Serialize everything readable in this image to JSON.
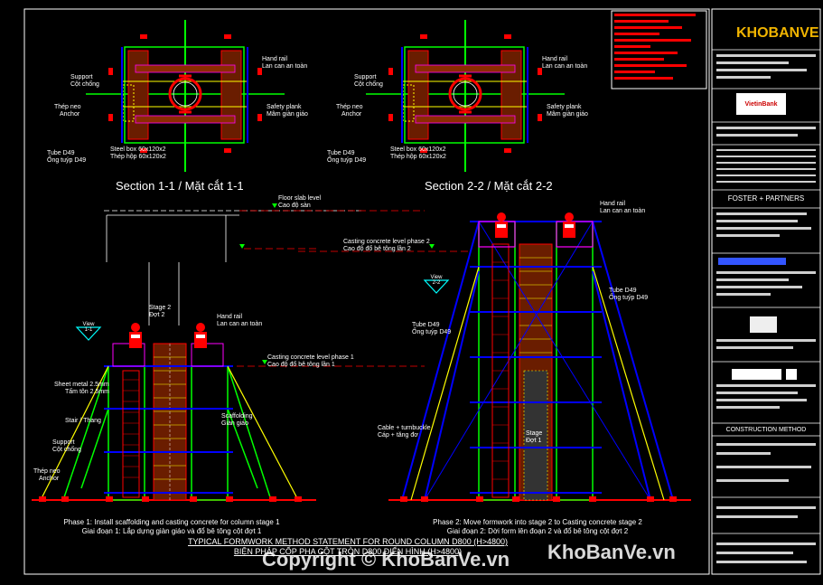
{
  "sections": {
    "s1_title": "Section 1-1 / Mặt cắt 1-1",
    "s2_title": "Section 2-2 / Mặt cắt 2-2"
  },
  "plan_labels": {
    "hand_rail": "Hand rail",
    "hand_rail_vn": "Lan can an toàn",
    "support": "Support",
    "support_vn": "Cột chống",
    "anchor": "Thép neo",
    "anchor_en": "Anchor",
    "safety_plank": "Safety plank",
    "safety_plank_vn": "Mâm giàn giáo",
    "tube": "Tube D49",
    "tube_vn": "Ống tuýp D49",
    "steel_box": "Steel box 60x120x2",
    "steel_box_vn": "Thép hộp 60x120x2"
  },
  "elev1": {
    "floor_slab": "Floor slab level",
    "floor_slab_vn": "Cao độ sàn",
    "stage2": "Stage 2",
    "stage2_vn": "Đợt 2",
    "hand_rail": "Hand rail",
    "hand_rail_vn": "Lan can an toàn",
    "casting_1": "Casting concrete level phase 1",
    "casting_1_vn": "Cao độ đổ bê tông lần 1",
    "sheet_metal": "Sheet metal 2.5mm",
    "sheet_metal_vn": "Tấm tôn 2.5mm",
    "stair": "Stair / Thang",
    "scaffolding": "Scaffolding",
    "scaffolding_vn": "Giàn giáo",
    "support": "Support",
    "support_vn": "Cột chống",
    "anchor": "Thép neo",
    "anchor_en": "Anchor",
    "view": "View",
    "view_no": "1-1",
    "caption_en": "Phase 1: Install scaffolding and casting concrete for column stage 1",
    "caption_vn": "Giai đoạn 1: Lắp dựng giàn giáo và đổ bê tông cột đợt 1"
  },
  "elev2": {
    "hand_rail": "Hand rail",
    "hand_rail_vn": "Lan can an toàn",
    "casting_2": "Casting concrete level phase 2",
    "casting_2_vn": "Cao độ đổ bê tông lần 2",
    "tube": "Tube D49",
    "tube_vn": "Ống tuýp D49",
    "cable": "Cable + turnbuckle",
    "cable_vn": "Cáp + tăng đơ",
    "stage": "Stage",
    "stage_vn": "Đợt 1",
    "view": "View",
    "view_no": "2-2",
    "caption_en": "Phase 2: Move formwork into stage 2 to Casting concrete stage 2",
    "caption_vn": "Giai đoạn 2: Dời form lên đoạn 2 và đổ bê tông cột đợt 2"
  },
  "drawing_title": {
    "en": "TYPICAL FORMWORK METHOD STATEMENT FOR ROUND COLUMN D800 (H>4800)",
    "vn": "BIỆN PHÁP CỐP PHA CỘT TRÒN D800 ĐIỂN HÌNH (H>4800)"
  },
  "title_block": {
    "brand": "KHOBANVE",
    "client": "VietinBank",
    "architect": "FOSTER + PARTNERS",
    "sheet_name": "CONSTRUCTION METHOD"
  },
  "watermark": {
    "copyright": "Copyright © KhoBanVe.vn",
    "site": "KhoBanVe.vn"
  },
  "colors": {
    "background": "#000000",
    "scaffold": "#00ff00",
    "steel": "#0000ff",
    "formwork": "#ff0000",
    "yellow": "#ffff00",
    "magenta": "#ff00ff",
    "brown": "#8b2b00",
    "cyan": "#00ffff"
  }
}
